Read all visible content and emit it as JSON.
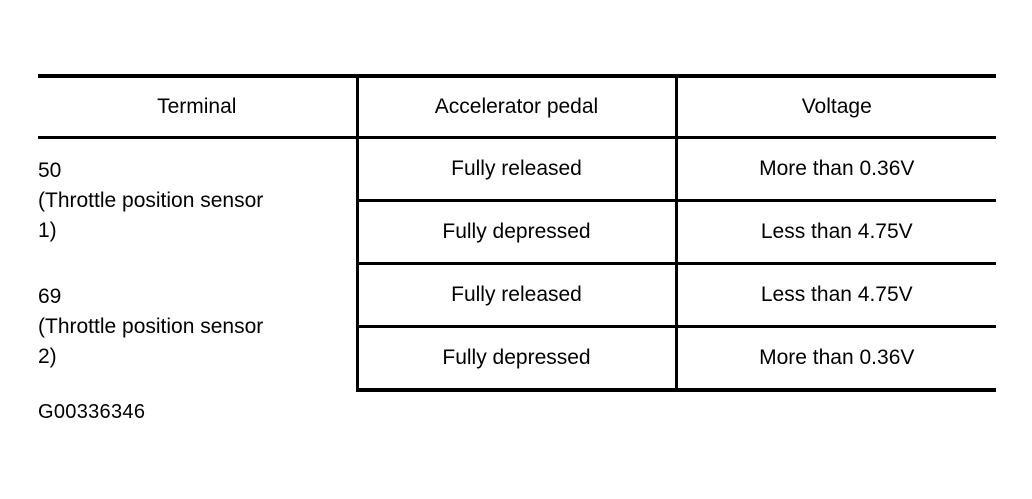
{
  "document": {
    "type": "service-manual-spec-table",
    "background_color": "#ffffff",
    "text_color": "#000000"
  },
  "table": {
    "headers": [
      "Terminal",
      "Accelerator pedal",
      "Voltage"
    ],
    "sections": [
      {
        "terminal": {
          "number": "50",
          "description_open": "(Throttle position sensor",
          "description_close": "1)",
          "lines": [
            "50",
            "(Throttle position sensor",
            "1)"
          ]
        },
        "rows": [
          {
            "pedal": "Fully released",
            "voltage": "More than 0.36V"
          },
          {
            "pedal": "Fully depressed",
            "voltage": "Less than 4.75V"
          }
        ]
      },
      {
        "terminal": {
          "number": "69",
          "description_open": "(Throttle position sensor",
          "description_close": "2)",
          "lines": [
            "69",
            "(Throttle position sensor",
            "2)"
          ]
        },
        "rows": [
          {
            "pedal": "Fully released",
            "voltage": "Less than 4.75V"
          },
          {
            "pedal": "Fully depressed",
            "voltage": "More than 0.36V"
          }
        ]
      }
    ]
  },
  "caption": {
    "text": "G00336346"
  }
}
